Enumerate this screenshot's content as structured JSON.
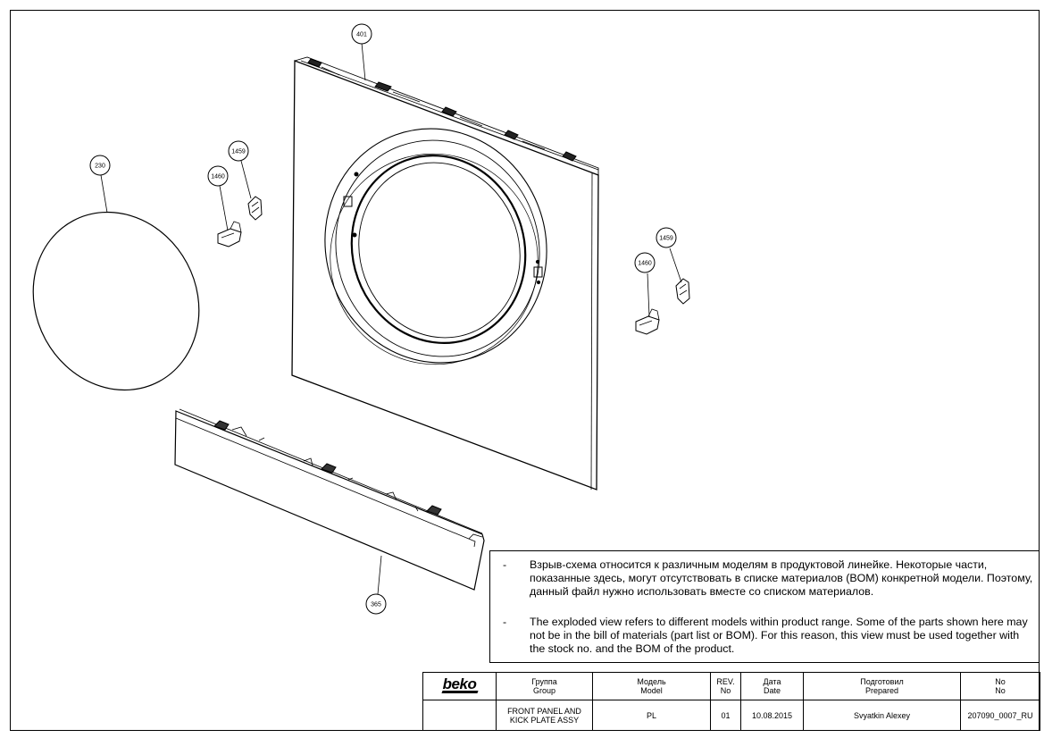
{
  "callouts": {
    "front_panel": "401",
    "door_glass": "230",
    "hinge_right_top": "1459",
    "hinge_right_bottom": "1460",
    "hinge_left_top": "1459",
    "hinge_left_bottom": "1460",
    "kick_plate": "365"
  },
  "notes": {
    "dash": "-",
    "ru": "Взрыв-схема относится к различным моделям в продуктовой линейке. Некоторые части, показанные здесь, могут отсутствовать в списке материалов (BOM) конкретной модели. Поэтому, данный файл нужно использовать вместе со списком материалов.",
    "en": "The exploded view refers to different models within product range. Some of the parts shown here may not be in the bill of materials (part list or BOM). For this reason, this view must be used together with the stock no. and the BOM of the product."
  },
  "title_block": {
    "logo": "beko",
    "group_ru": "Группа",
    "group_en": "Group",
    "model_ru": "Модель",
    "model_en": "Model",
    "rev_top": "REV.",
    "rev_bottom": "No",
    "date_ru": "Дата",
    "date_en": "Date",
    "prepared_ru": "Подготовил",
    "prepared_en": "Prepared",
    "no_ru": "No",
    "no_en": "No",
    "group_value_line1": "FRONT PANEL AND",
    "group_value_line2": "KICK PLATE ASSY",
    "model_value": "PL",
    "rev_value": "01",
    "date_value": "10.08.2015",
    "prepared_value": "Svyatkin Alexey",
    "no_value": "207090_0007_RU"
  }
}
